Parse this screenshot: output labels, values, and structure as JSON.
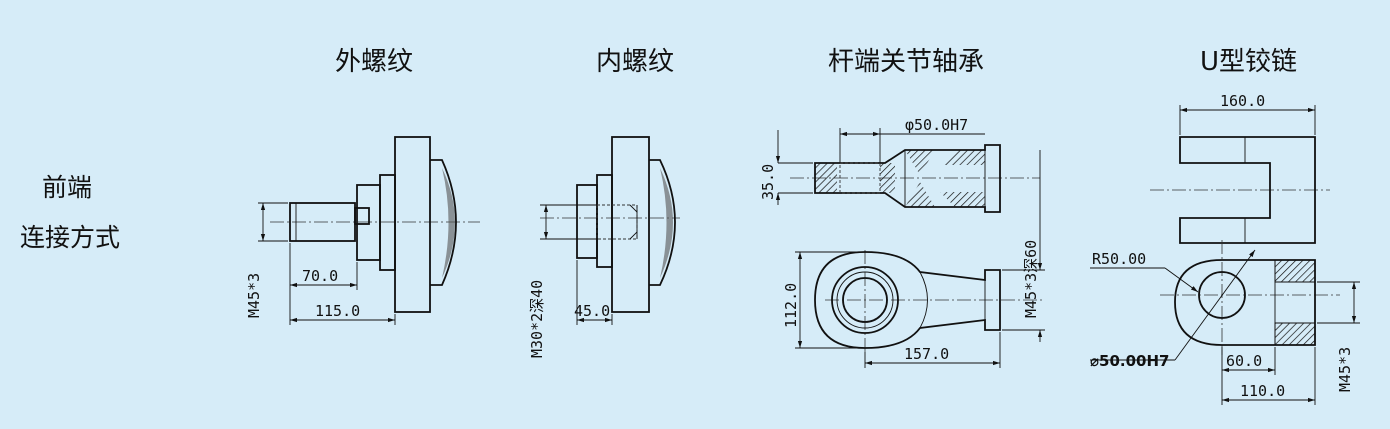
{
  "side_label": {
    "line1": "前端",
    "line2": "连接方式"
  },
  "titles": {
    "external_thread": "外螺纹",
    "internal_thread": "内螺纹",
    "rod_end_bearing": "杆端关节轴承",
    "u_hinge": "U型铰链"
  },
  "dims": {
    "ext_thread_spec": "M45*3",
    "ext_len_a": "70.0",
    "ext_len_b": "115.0",
    "int_thread_spec": "M30*2深40",
    "int_len": "45.0",
    "rod_bore": "φ50.0H7",
    "rod_height": "35.0",
    "rod_thread_spec": "M45*3深60",
    "rod_eye": "112.0",
    "rod_len": "157.0",
    "u_width": "160.0",
    "u_radius": "R50.00",
    "u_bore": "⌀50.00H7",
    "u_len_a": "60.0",
    "u_len_b": "110.0",
    "u_thread_spec": "M45*3"
  },
  "colors": {
    "background": "#d6ecf8",
    "line": "#111111"
  }
}
